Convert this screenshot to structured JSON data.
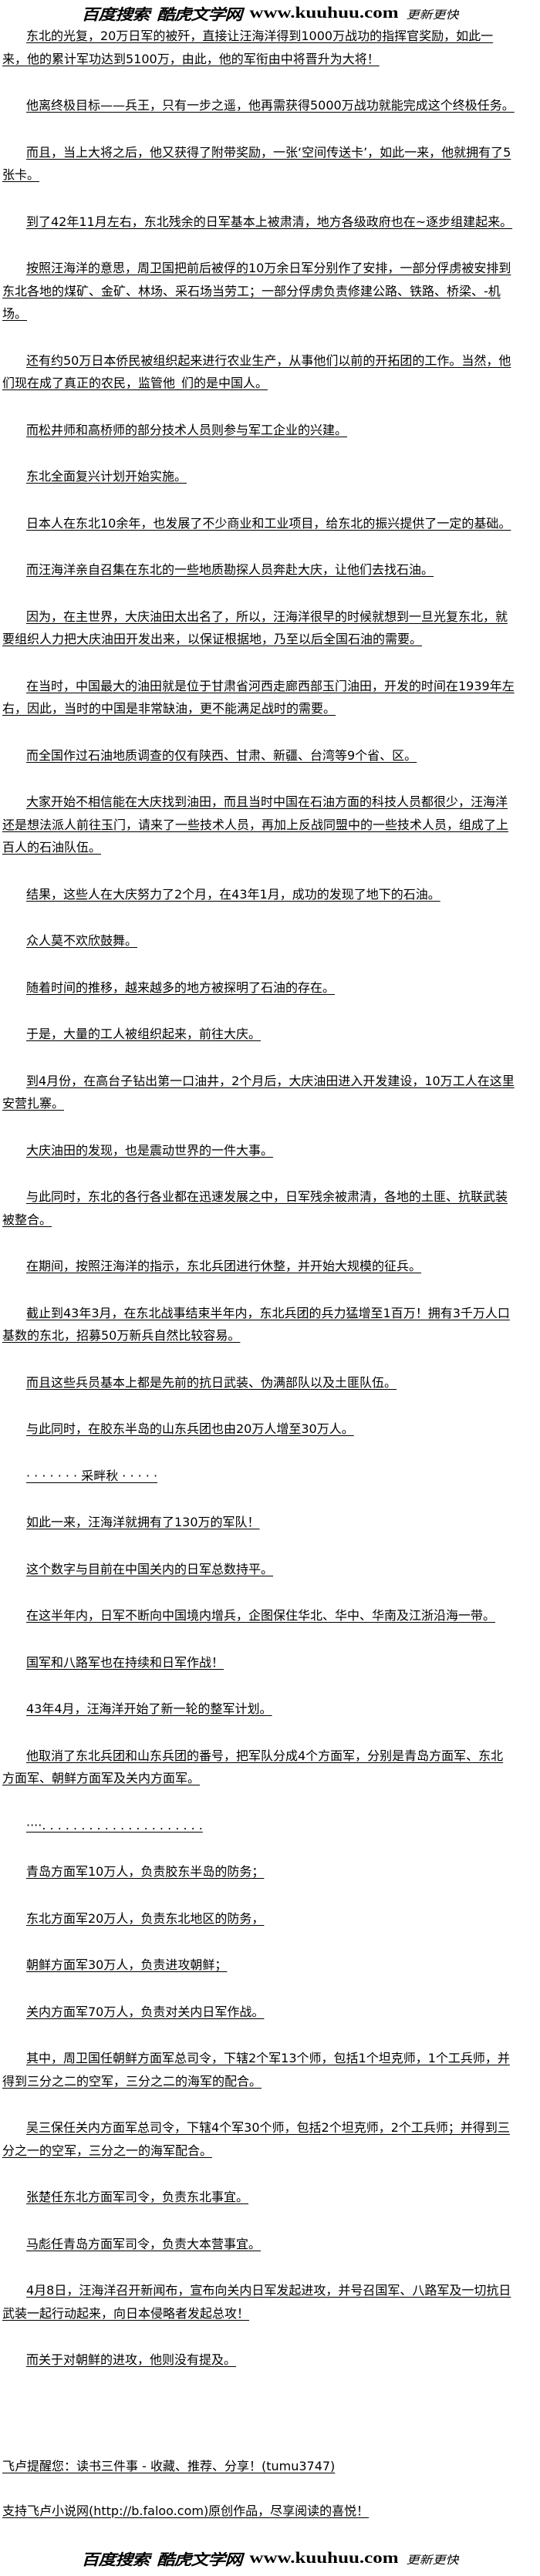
{
  "header": {
    "logo_search": "百度搜索",
    "logo_site": "酷虎文学网",
    "logo_url": "www.kuuhuu.com",
    "logo_slogan": "更新更快"
  },
  "paragraphs": [
    "东北的光复，20万日军的被歼，直接让汪海洋得到1000万战功的指挥官奖励，如此一来，他的累计军功达到5100万，由此，他的军衔由中将晋升为大将！",
    "他离终极目标——兵王，只有一步之遥，他再需获得5000万战功就能完成这个终极任务。",
    "而且，当上大将之后，他又获得了附带奖励，一张‘空间传送卡’，如此一来，他就拥有了5张卡。",
    "到了42年11月左右，东北残余的日军基本上被肃清，地方各级政府也在~逐步组建起来。",
    "按照汪海洋的意思，周卫国把前后被俘的10万余日军分别作了安排，一部分俘虏被安排到东北各地的煤矿、金矿、林场、采石场当劳工；一部分俘虏负责修建公路、铁路、桥梁、-机场。",
    "还有约50万日本侨民被组织起来进行农业生产，从事他们以前的开拓团的工作。当然，他们现在成了真正的农民，监管他_们的是中国人。",
    "而松井师和高桥师的部分技术人员则参与军工企业的兴建。",
    "东北全面复兴计划开始实施。",
    "日本人在东北10余年，也发展了不少商业和工业项目，给东北的振兴提供了一定的基础。",
    "而汪海洋亲自召集在东北的一些地质勘探人员奔赴大庆，让他们去找石油。",
    "因为，在主世界，大庆油田太出名了，所以，汪海洋很早的时候就想到一旦光复东北，就要组织人力把大庆油田开发出来，以保证根据地，乃至以后全国石油的需要。",
    "在当时，中国最大的油田就是位于甘肃省河西走廊西部玉门油田，开发的时间在1939年左右，因此，当时的中国是非常缺油，更不能满足战时的需要。",
    "而全国作过石油地质调查的仅有陕西、甘肃、新疆、台湾等9个省、区。",
    "大家开始不相信能在大庆找到油田，而且当时中国在石油方面的科技人员都很少，汪海洋还是想法派人前往玉门，请来了一些技术人员，再加上反战同盟中的一些技术人员，组成了上百人的石油队伍。",
    "结果，这些人在大庆努力了2个月，在43年1月，成功的发现了地下的石油。",
    "众人莫不欢欣鼓舞。",
    "随着时间的推移，越来越多的地方被探明了石油的存在。",
    "于是，大量的工人被组织起来，前往大庆。",
    "到4月份，在高台子钻出第一口油井，2个月后，大庆油田进入开发建设，10万工人在这里安营扎寨。",
    "大庆油田的发现，也是震动世界的一件大事。",
    "与此同时，东北的各行各业都在迅速发展之中，日军残余被肃清，各地的土匪、抗联武装被整合。",
    "在期间，按照汪海洋的指示，东北兵团进行休整，并开始大规模的征兵。",
    "截止到43年3月，在东北战事结束半年内，东北兵团的兵力猛增至1百万！拥有3千万人口基数的东北，招募50万新兵自然比较容易。",
    "而且这些兵员基本上都是先前的抗日武装、伪满部队以及土匪队伍。",
    "与此同时，在胶东半岛的山东兵团也由20万人增至30万人。",
    "· · · · · · · 采畔秋 · · · · ·",
    "如此一来，汪海洋就拥有了130万的军队！",
    "这个数字与目前在中国关内的日军总数持平。",
    "在这半年内，日军不断向中国境内增兵，企图保住华北、华中、华南及江浙沿海一带。",
    "国军和八路军也在持续和日军作战！",
    "43年4月，汪海洋开始了新一轮的整军计划。",
    "他取消了东北兵团和山东兵团的番号，把军队分成4个方面军，分别是青岛方面军、东北方面军、朝鲜方面军及关内方面军。",
    "····. . . . . . . . . . . . . . . . . . . . .",
    "青岛方面军10万人，负责胶东半岛的防务；",
    "东北方面军20万人，负责东北地区的防务，",
    "朝鲜方面军30万人，负责进攻朝鲜；",
    "关内方面军70万人，负责对关内日军作战。",
    "其中，周卫国任朝鲜方面军总司令，下辖2个军13个师，包括1个坦克师，1个工兵师，并得到三分之二的空军，三分之二的海军的配合。",
    "吴三保任关内方面军总司令，下辖4个军30个师，包括2个坦克师，2个工兵师；并得到三分之一的空军，三分之一的海军配合。",
    "张楚任东北方面军司令，负责东北事宜。",
    "马彪任青岛方面军司令，负责大本营事宜。",
    "4月8日，汪海洋召开新闻布，宣布向关内日军发起进攻，并号召国军、八路军及一切抗日武装一起行动起来，向日本侵略者发起总攻！",
    "而关于对朝鲜的进攻，他则没有提及。"
  ],
  "footer": {
    "reminder": "飞卢提醒您：读书三件事 - 收藏、推荐、分享！(tumu3747)",
    "support": "支持飞卢小说网(http://b.faloo.com)原创作品，尽享阅读的喜悦！"
  }
}
